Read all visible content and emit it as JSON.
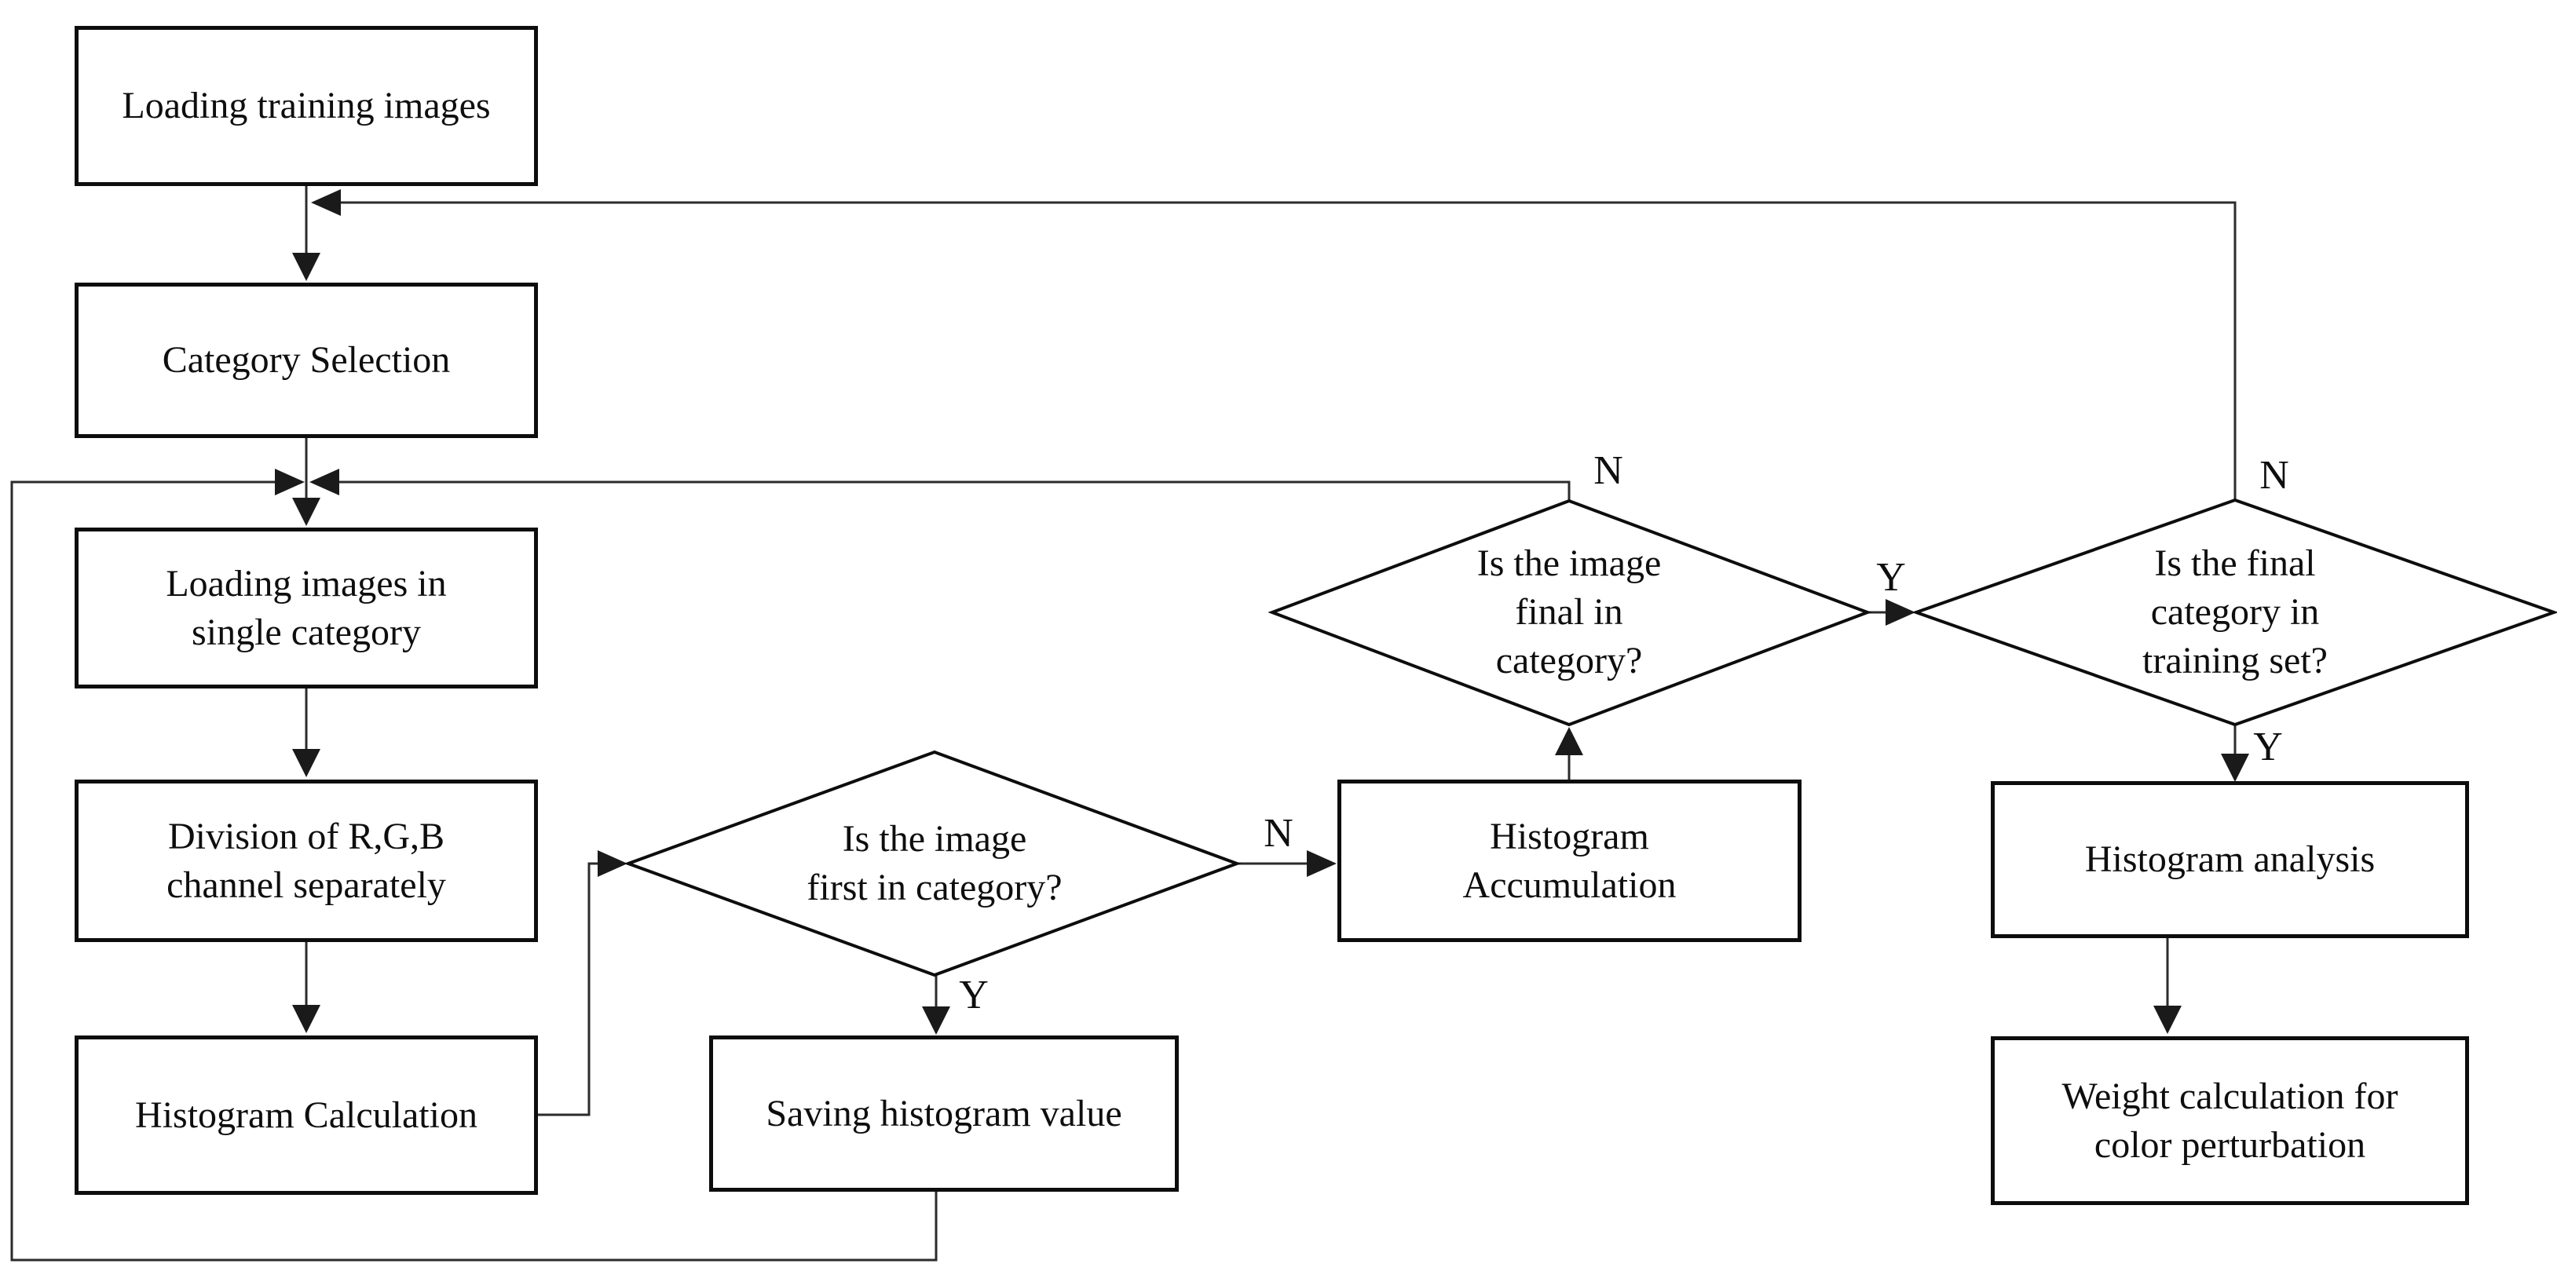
{
  "diagram": {
    "type": "flowchart",
    "nodes": {
      "loading_training_images": {
        "label": "Loading training images",
        "shape": "process"
      },
      "category_selection": {
        "label": "Category Selection",
        "shape": "process"
      },
      "loading_images_single_category": {
        "label": "Loading images in\nsingle category",
        "shape": "process"
      },
      "division_rgb_channels": {
        "label": "Division of R,G,B\nchannel separately",
        "shape": "process"
      },
      "histogram_calculation": {
        "label": "Histogram Calculation",
        "shape": "process"
      },
      "is_first_in_category": {
        "label": "Is the image\nfirst in category?",
        "shape": "decision"
      },
      "saving_histogram_value": {
        "label": "Saving histogram value",
        "shape": "process"
      },
      "histogram_accumulation": {
        "label": "Histogram\nAccumulation",
        "shape": "process"
      },
      "is_final_in_category": {
        "label": "Is the image\nfinal in\ncategory?",
        "shape": "decision"
      },
      "is_final_category_training_set": {
        "label": "Is the final\ncategory in\ntraining set?",
        "shape": "decision"
      },
      "histogram_analysis": {
        "label": "Histogram analysis",
        "shape": "process"
      },
      "weight_calculation": {
        "label": "Weight calculation for\ncolor perturbation",
        "shape": "process"
      }
    },
    "branches": {
      "is_first_in_category": {
        "yes": "Y",
        "no": "N"
      },
      "is_final_in_category": {
        "yes": "Y",
        "no": "N"
      },
      "is_final_category_training_set": {
        "yes": "Y",
        "no": "N"
      }
    },
    "edges": [
      {
        "from": "loading_training_images",
        "to": "category_selection",
        "label": ""
      },
      {
        "from": "category_selection",
        "to": "loading_images_single_category",
        "label": ""
      },
      {
        "from": "loading_images_single_category",
        "to": "division_rgb_channels",
        "label": ""
      },
      {
        "from": "division_rgb_channels",
        "to": "histogram_calculation",
        "label": ""
      },
      {
        "from": "histogram_calculation",
        "to": "is_first_in_category",
        "label": ""
      },
      {
        "from": "is_first_in_category",
        "to": "saving_histogram_value",
        "label": "Y"
      },
      {
        "from": "is_first_in_category",
        "to": "histogram_accumulation",
        "label": "N"
      },
      {
        "from": "saving_histogram_value",
        "to": "loading_images_single_category",
        "label": ""
      },
      {
        "from": "histogram_accumulation",
        "to": "is_final_in_category",
        "label": ""
      },
      {
        "from": "is_final_in_category",
        "to": "loading_images_single_category",
        "label": "N"
      },
      {
        "from": "is_final_in_category",
        "to": "is_final_category_training_set",
        "label": "Y"
      },
      {
        "from": "is_final_category_training_set",
        "to": "category_selection",
        "label": "N"
      },
      {
        "from": "is_final_category_training_set",
        "to": "histogram_analysis",
        "label": "Y"
      },
      {
        "from": "histogram_analysis",
        "to": "weight_calculation",
        "label": ""
      }
    ],
    "colors": {
      "background": "#ffffff",
      "shape_border": "#0d0d0d",
      "connector": "#2b2b2b",
      "text": "#0e0e0e"
    }
  }
}
